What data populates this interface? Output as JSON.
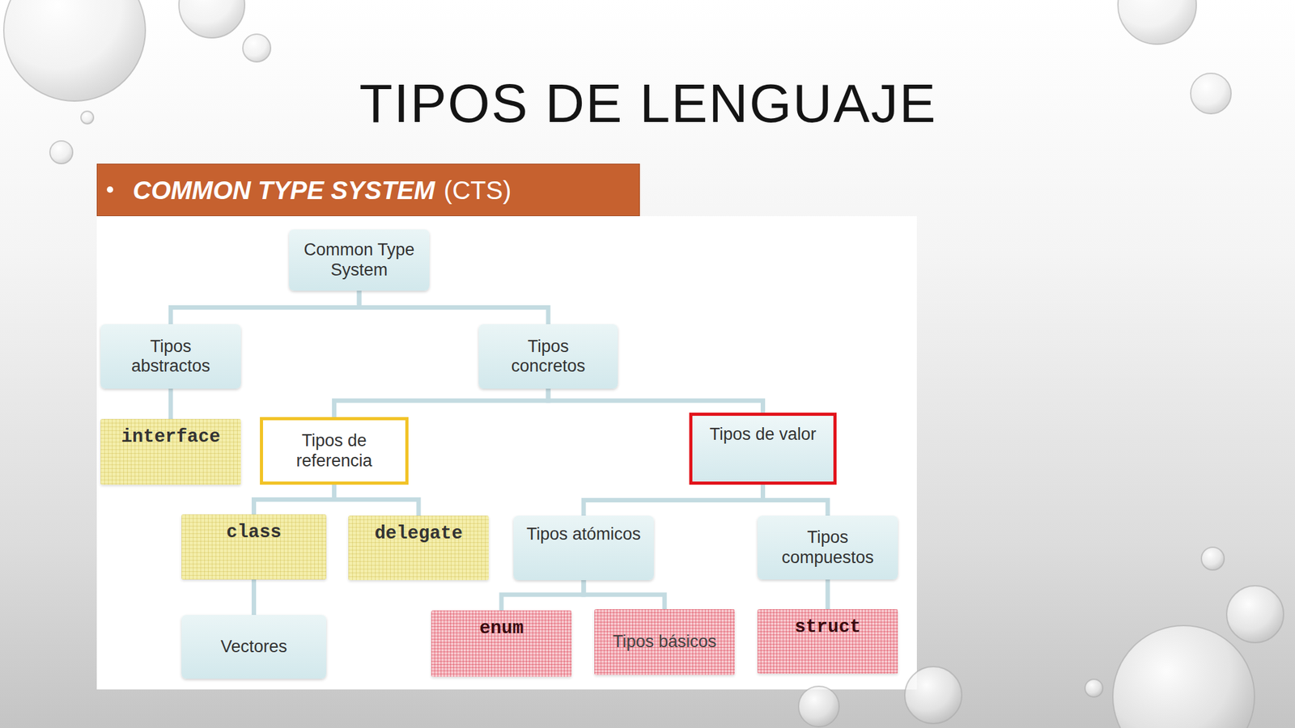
{
  "diagram": {
    "title": "TIPOS DE LENGUAJE",
    "nodes": [
      {
        "text": [
          "COMMON TYPE SYSTEM",
          "(CTS)"
        ]
      },
      {
        "text": [
          "Common Type System"
        ]
      },
      {
        "text": [
          "Tipos abstractos"
        ]
      },
      {
        "text": [
          "Tipos concretos"
        ]
      },
      {
        "text": [
          "interface"
        ]
      },
      {
        "text": [
          "Tipos de referencia"
        ]
      },
      {
        "text": [
          "Tipos de valor"
        ]
      },
      {
        "text": [
          "class"
        ]
      },
      {
        "text": [
          "delegate"
        ]
      },
      {
        "text": [
          "Tipos atómicos"
        ]
      },
      {
        "text": [
          "Tipos compuestos"
        ]
      },
      {
        "text": [
          "Vectores"
        ]
      },
      {
        "text": [
          "enum"
        ]
      },
      {
        "text": [
          "Tipos básicos"
        ]
      },
      {
        "text": [
          "struct"
        ]
      }
    ],
    "edges": [
      {
        "from": 1,
        "to": 2,
        "arrow": "none"
      },
      {
        "from": 1,
        "to": 3,
        "arrow": "none"
      },
      {
        "from": 2,
        "to": 4,
        "arrow": "none"
      },
      {
        "from": 3,
        "to": 5,
        "arrow": "none"
      },
      {
        "from": 3,
        "to": 6,
        "arrow": "none"
      },
      {
        "from": 5,
        "to": 7,
        "arrow": "none"
      },
      {
        "from": 5,
        "to": 8,
        "arrow": "none"
      },
      {
        "from": 6,
        "to": 9,
        "arrow": "none"
      },
      {
        "from": 6,
        "to": 10,
        "arrow": "none"
      },
      {
        "from": 7,
        "to": 11,
        "arrow": "none"
      },
      {
        "from": 9,
        "to": 12,
        "arrow": "none"
      },
      {
        "from": 9,
        "to": 13,
        "arrow": "none"
      },
      {
        "from": 10,
        "to": 14,
        "arrow": "none"
      }
    ]
  }
}
